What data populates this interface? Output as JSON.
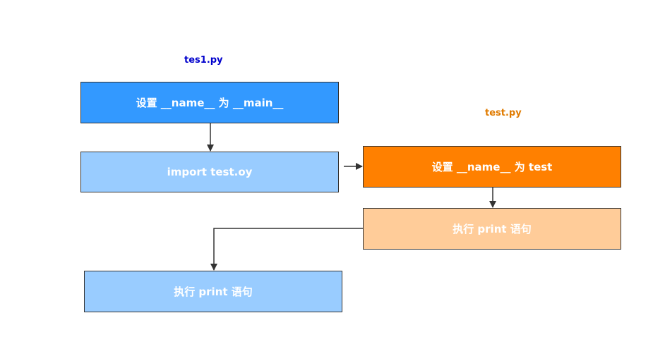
{
  "labels": {
    "left_file": "tes1.py",
    "right_file": "test.py"
  },
  "boxes": {
    "set_main": "设置 __name__ 为 __main__",
    "import_test": "import test.oy",
    "set_test": "设置 __name__ 为 test",
    "print_right": "执行 print 语句",
    "print_left": "执行 print 语句"
  },
  "colors": {
    "left_label": "#0000cc",
    "right_label": "#e07b00",
    "blue_dark": "#3399ff",
    "blue_light": "#99ccff",
    "orange_dark": "#ff8000",
    "orange_light": "#ffcc99",
    "border": "#333333"
  }
}
